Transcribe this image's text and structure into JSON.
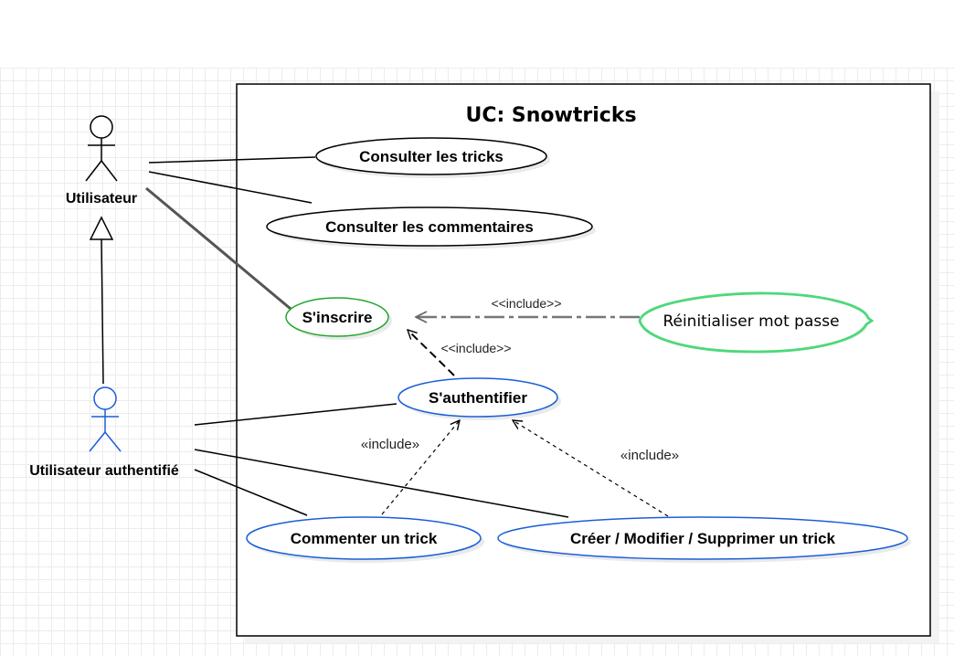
{
  "title": "UC: Snowtricks",
  "actors": {
    "user": "Utilisateur",
    "auth_user": "Utilisateur authentifié"
  },
  "use_cases": {
    "consult_tricks": "Consulter les tricks",
    "consult_comments": "Consulter les commentaires",
    "register": "S'inscrire",
    "reset_password": "Réinitialiser mot passe",
    "authenticate": "S'authentifier",
    "comment_trick": "Commenter un trick",
    "manage_trick": "Créer / Modifier / Supprimer un trick"
  },
  "stereotypes": {
    "reset_to_register": "<<include>>",
    "auth_to_register": "<<include>>",
    "comment_to_auth": "«include»",
    "manage_to_auth": "«include»"
  },
  "colors": {
    "black": "#000000",
    "green": "#22a52c",
    "light_green": "#4ed87a",
    "blue": "#1a5fd6",
    "grid_line": "#ececec"
  }
}
